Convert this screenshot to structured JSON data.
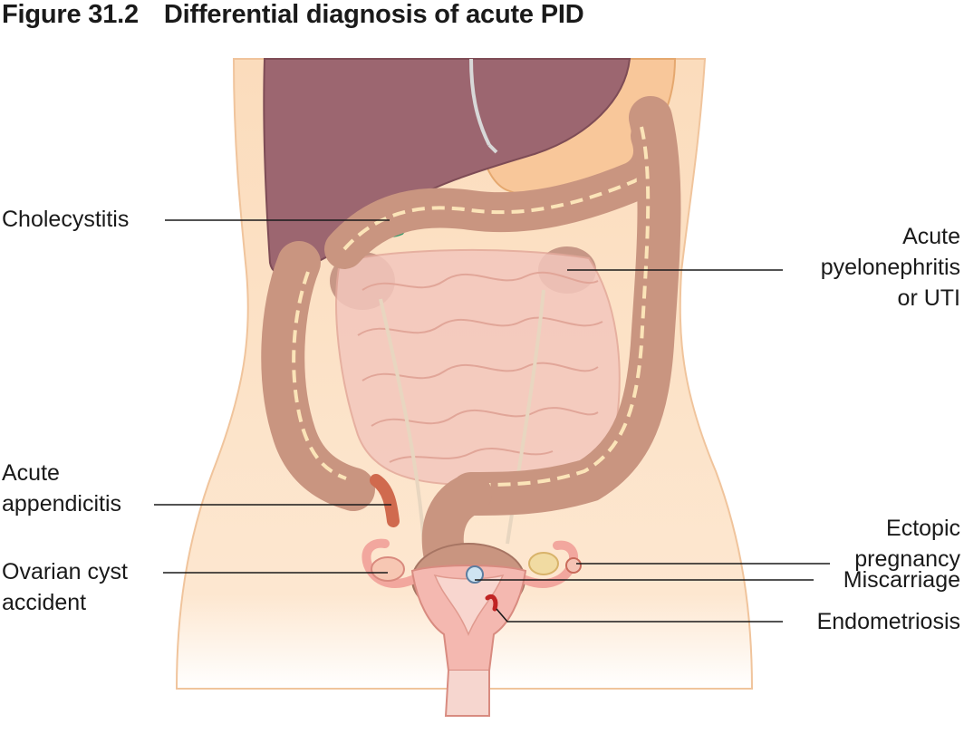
{
  "figure": {
    "number": "Figure 31.2",
    "title": "Differential diagnosis of acute PID"
  },
  "labels": {
    "cholecystitis": [
      "Cholecystitis"
    ],
    "pyelonephritis": [
      "Acute",
      "pyelonephritis",
      "or UTI"
    ],
    "appendicitis": [
      "Acute",
      "appendicitis"
    ],
    "ovarian_cyst": [
      "Ovarian cyst",
      "accident"
    ],
    "ectopic": [
      "Ectopic",
      "pregnancy"
    ],
    "miscarriage": [
      "Miscarriage"
    ],
    "endometriosis": [
      "Endometriosis"
    ]
  },
  "colors": {
    "skin": "#fbe0c2",
    "liver": "#9c6670",
    "colon": "#c99580",
    "small_intestine": "#f3c7bd",
    "gallbladder": "#5bc08d",
    "uterus": "#f4b8b0",
    "leader_line": "#1a1a1a"
  }
}
